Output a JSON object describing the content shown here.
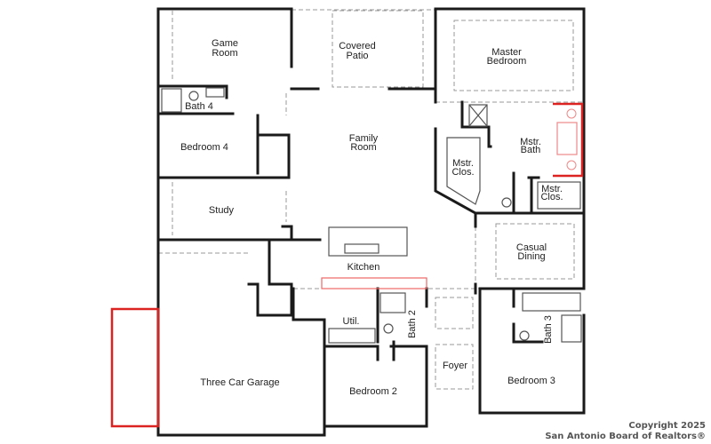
{
  "rooms": {
    "game_room": [
      "Game",
      "Room"
    ],
    "covered_patio": [
      "Covered",
      "Patio"
    ],
    "master_bedroom": [
      "Master",
      "Bedroom"
    ],
    "bath4": "Bath 4",
    "bedroom4": "Bedroom 4",
    "family_room": [
      "Family",
      "Room"
    ],
    "mstr_bath": [
      "Mstr.",
      "Bath"
    ],
    "mstr_clos_left": [
      "Mstr.",
      "Clos."
    ],
    "mstr_clos_right": [
      "Mstr.",
      "Clos."
    ],
    "study": "Study",
    "kitchen": "Kitchen",
    "casual_dining": [
      "Casual",
      "Dining"
    ],
    "util": "Util.",
    "bath2": "Bath 2",
    "bath3": "Bath 3",
    "foyer": "Foyer",
    "three_car_garage": "Three Car Garage",
    "bedroom2": "Bedroom 2",
    "bedroom3": "Bedroom 3"
  },
  "watermark": [
    "Copyright 2025",
    "San Antonio Board of Realtors®"
  ],
  "colors": {
    "walls": "#1a1a1a",
    "highlight": "#dd2222"
  }
}
